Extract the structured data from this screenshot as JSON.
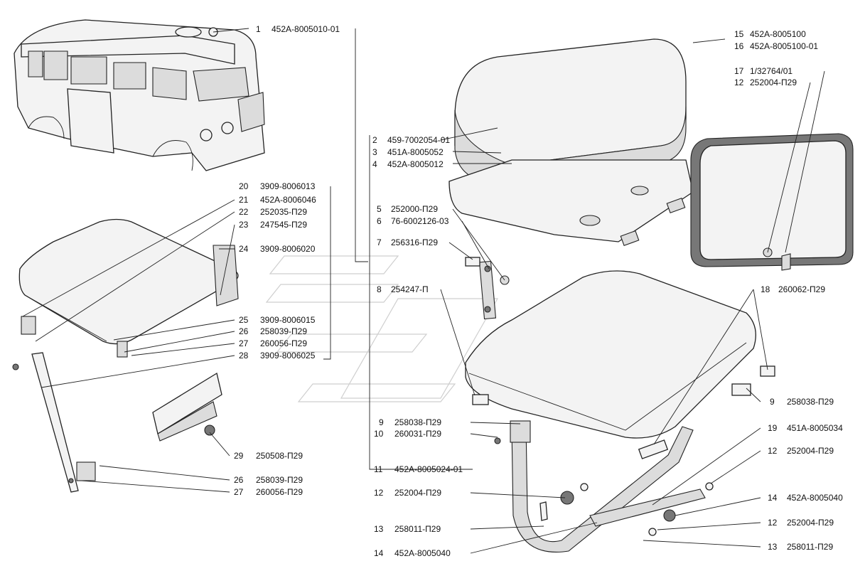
{
  "callouts": [
    {
      "num": "1",
      "code": "452А-8005010-01"
    },
    {
      "num": "2",
      "code": "459-7002054-01"
    },
    {
      "num": "3",
      "code": "451А-8005052"
    },
    {
      "num": "4",
      "code": "452А-8005012"
    },
    {
      "num": "5",
      "code": "252000-П29"
    },
    {
      "num": "6",
      "code": "76-6002126-03"
    },
    {
      "num": "7",
      "code": "256316-П29"
    },
    {
      "num": "8",
      "code": "254247-П"
    },
    {
      "num": "9",
      "code": "258038-П29"
    },
    {
      "num": "9",
      "code": "258038-П29"
    },
    {
      "num": "10",
      "code": "260031-П29"
    },
    {
      "num": "11",
      "code": "452А-8005024-01"
    },
    {
      "num": "12",
      "code": "252004-П29"
    },
    {
      "num": "12",
      "code": "252004-П29"
    },
    {
      "num": "12",
      "code": "252004-П29"
    },
    {
      "num": "12",
      "code": "252004-П29"
    },
    {
      "num": "13",
      "code": "258011-П29"
    },
    {
      "num": "13",
      "code": "258011-П29"
    },
    {
      "num": "14",
      "code": "452А-8005040"
    },
    {
      "num": "14",
      "code": "452А-8005040"
    },
    {
      "num": "15",
      "code": "452А-8005100"
    },
    {
      "num": "16",
      "code": "452А-8005100-01"
    },
    {
      "num": "17",
      "code": "1/32764/01"
    },
    {
      "num": "18",
      "code": "260062-П29"
    },
    {
      "num": "19",
      "code": "451А-8005034"
    },
    {
      "num": "20",
      "code": "3909-8006013"
    },
    {
      "num": "21",
      "code": "452А-8006046"
    },
    {
      "num": "22",
      "code": "252035-П29"
    },
    {
      "num": "23",
      "code": "247545-П29"
    },
    {
      "num": "24",
      "code": "3909-8006020"
    },
    {
      "num": "25",
      "code": "3909-8006015"
    },
    {
      "num": "26",
      "code": "258039-П29"
    },
    {
      "num": "27",
      "code": "260056-П29"
    },
    {
      "num": "28",
      "code": "3909-8006025"
    },
    {
      "num": "29",
      "code": "250508-П29"
    },
    {
      "num": "26",
      "code": "258039-П29"
    },
    {
      "num": "27",
      "code": "260056-П29"
    }
  ]
}
